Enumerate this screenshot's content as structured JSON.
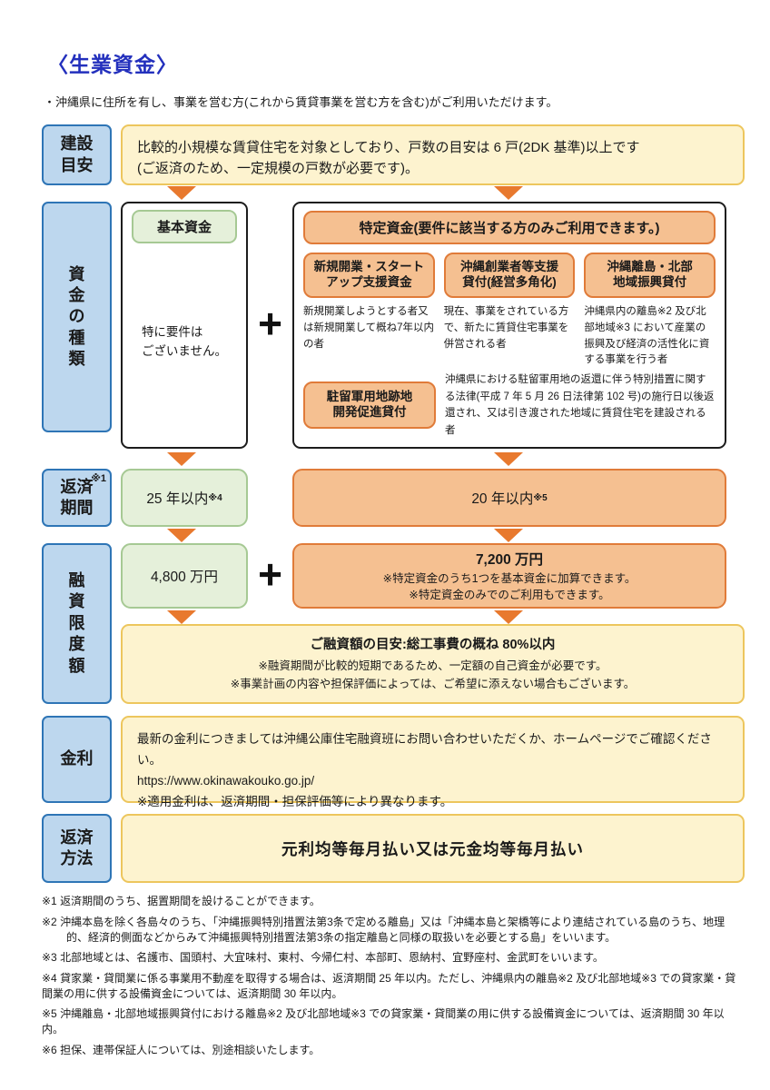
{
  "title": "〈生業資金〉",
  "intro": "・沖縄県に住所を有し、事業を営む方(これから賃貸事業を営む方を含む)がご利用いただけます。",
  "colors": {
    "title_blue": "#2330bd",
    "label_fill": "#bdd7ee",
    "label_border": "#2e75b6",
    "yellow_fill": "#fdf3cf",
    "yellow_border": "#edc65d",
    "green_fill": "#e5f0da",
    "green_border": "#a6c994",
    "orange_fill": "#f5c091",
    "orange_border": "#e07b39",
    "arrow_orange": "#e8792e"
  },
  "icons": {
    "down_arrow": "triangle-down",
    "plus": "+"
  },
  "rows": {
    "construction": {
      "label": "建設\n目安",
      "text": "比較的小規模な賃貸住宅を対象としており、戸数の目安は 6 戸(2DK 基準)以上です\n(ご返済のため、一定規模の戸数が必要です)。"
    },
    "fund_types": {
      "label": "資\n金\nの\n種\n類",
      "plus": "+",
      "basic": {
        "title": "基本資金",
        "note": "特に要件は\nございません。"
      },
      "specific": {
        "header": "特定資金(要件に該当する方のみご利用できます。)",
        "items": [
          {
            "title": "新規開業・スタート\nアップ支援資金",
            "desc": "新規開業しようとする者又は新規開業して概ね7年以内の者"
          },
          {
            "title": "沖縄創業者等支援\n貸付(経営多角化)",
            "desc": "現在、事業をされている方で、新たに賃貸住宅事業を併営される者"
          },
          {
            "title": "沖縄離島・北部\n地域振興貸付",
            "desc": "沖縄県内の離島※2 及び北部地域※3 において産業の振興及び経済の活性化に資する事業を行う者"
          }
        ],
        "bottom": {
          "title": "駐留軍用地跡地\n開発促進貸付",
          "desc": "沖縄県における駐留軍用地の返還に伴う特別措置に関する法律(平成 7 年 5 月 26 日法律第 102 号)の施行日以後返還され、又は引き渡された地域に賃貸住宅を建設される者"
        }
      }
    },
    "repayment_period": {
      "label": "返済\n期間",
      "label_sup": "※1",
      "basic": "25 年以内",
      "basic_sup": "※4",
      "specific": "20 年以内",
      "specific_sup": "※5"
    },
    "loan_limit": {
      "label": "融\n資\n限\n度\n額",
      "plus": "+",
      "basic": "4,800 万円",
      "specific_amount": "7,200 万円",
      "specific_notes": "※特定資金のうち1つを基本資金に加算できます。\n※特定資金のみでのご利用もできます。",
      "guide_title": "ご融資額の目安:総工事費の概ね 80%以内",
      "guide_notes": "※融資期間が比較的短期であるため、一定額の自己資金が必要です。\n※事業計画の内容や担保評価によっては、ご希望に添えない場合もございます。"
    },
    "interest": {
      "label": "金利",
      "text": "最新の金利につきましては沖縄公庫住宅融資班にお問い合わせいただくか、ホームページでご確認ください。\nhttps://www.okinawakouko.go.jp/\n※適用金利は、返済期間・担保評価等により異なります。"
    },
    "repayment_method": {
      "label": "返済\n方法",
      "text": "元利均等毎月払い又は元金均等毎月払い"
    }
  },
  "footnotes": [
    "※1 返済期間のうち、据置期間を設けることができます。",
    "※2 沖縄本島を除く各島々のうち、「沖縄振興特別措置法第3条で定める離島」又は「沖縄本島と架橋等により連結されている島のうち、地理的、経済的側面などからみて沖縄振興特別措置法第3条の指定離島と同様の取扱いを必要とする島」をいいます。",
    "※3 北部地域とは、名護市、国頭村、大宜味村、東村、今帰仁村、本部町、恩納村、宜野座村、金武町をいいます。",
    "※4 貸家業・貸間業に係る事業用不動産を取得する場合は、返済期間 25 年以内。ただし、沖縄県内の離島※2 及び北部地域※3 での貸家業・貸間業の用に供する設備資金については、返済期間 30 年以内。",
    "※5 沖縄離島・北部地域振興貸付における離島※2 及び北部地域※3 での貸家業・貸間業の用に供する設備資金については、返済期間 30 年以内。",
    "※6 担保、連帯保証人については、別途相談いたします。"
  ]
}
